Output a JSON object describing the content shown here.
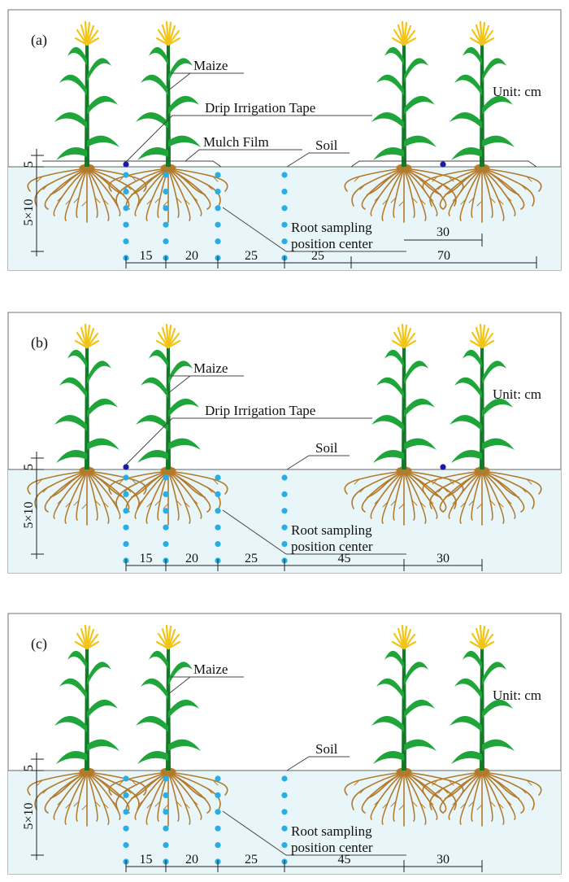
{
  "panels": [
    {
      "id": "a",
      "letter": "(a)",
      "labels": {
        "maize": "Maize",
        "drip": "Drip Irrigation Tape",
        "mulch": "Mulch Film",
        "soil": "Soil",
        "unit": "Unit: cm",
        "root1": "Root sampling",
        "root2": "position center"
      },
      "depth_labels": {
        "top": "5",
        "side": "5×10"
      },
      "dims_bottom": [
        "15",
        "20",
        "25",
        "25",
        "70"
      ],
      "dim_upper": "30",
      "has_drip": true,
      "has_mulch": true
    },
    {
      "id": "b",
      "letter": "(b)",
      "labels": {
        "maize": "Maize",
        "drip": "Drip Irrigation Tape",
        "soil": "Soil",
        "unit": "Unit: cm",
        "root1": "Root sampling",
        "root2": "position center"
      },
      "depth_labels": {
        "top": "5",
        "side": "5×10"
      },
      "dims_bottom": [
        "15",
        "20",
        "25",
        "45",
        "30"
      ],
      "has_drip": true,
      "has_mulch": false
    },
    {
      "id": "c",
      "letter": "(c)",
      "labels": {
        "maize": "Maize",
        "soil": "Soil",
        "unit": "Unit: cm",
        "root1": "Root sampling",
        "root2": "position center"
      },
      "depth_labels": {
        "top": "5",
        "side": "5×10"
      },
      "dims_bottom": [
        "15",
        "20",
        "25",
        "45",
        "30"
      ],
      "has_drip": false,
      "has_mulch": false
    }
  ],
  "colors": {
    "soil_fill": "#e9f6f9",
    "border": "#8a8a8a",
    "leaf": "#1fa53a",
    "leaf_dark": "#137a27",
    "tassel": "#f2c418",
    "root": "#b27a2a",
    "sample_dot": "#27aee6",
    "drip_dot": "#1a1aa8",
    "line": "#444444"
  }
}
